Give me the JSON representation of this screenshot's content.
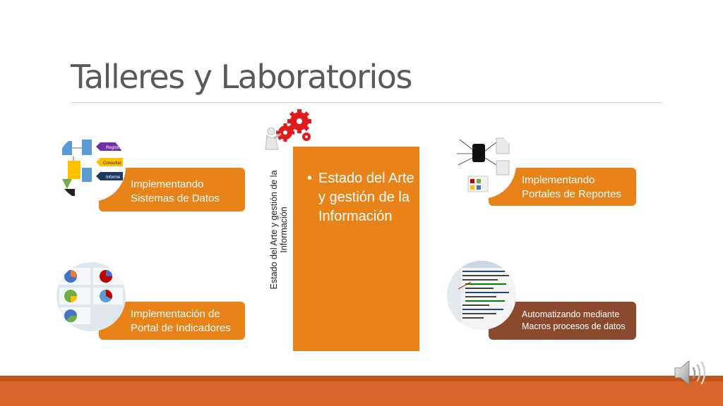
{
  "slide": {
    "title": "Talleres y Laboratorios",
    "center": {
      "vertical_label": "Estado del Arte y gestión de la Información",
      "bullet": "•",
      "bullet_text": "Estado del Arte y gestión de la Información"
    },
    "cards": [
      {
        "id": "sistemas",
        "text": "Implementando Sistemas de Datos"
      },
      {
        "id": "indicadores",
        "text": "Implementación de Portal de Indicadores"
      },
      {
        "id": "reportes",
        "text": "Implementando Portales de Reportes"
      },
      {
        "id": "macros",
        "text": "Automatizando mediante Macros procesos de datos"
      }
    ],
    "thumb_labels": {
      "registro": "Registro",
      "consultar": "Consultar",
      "informe": "Informe"
    }
  },
  "colors": {
    "orange": "#e8831a",
    "brown": "#8b4a2e",
    "bar": "#d8652a",
    "gear": "#e01b1b"
  },
  "icons": {
    "audio": "speaker-icon",
    "gears": "gears-icon"
  }
}
